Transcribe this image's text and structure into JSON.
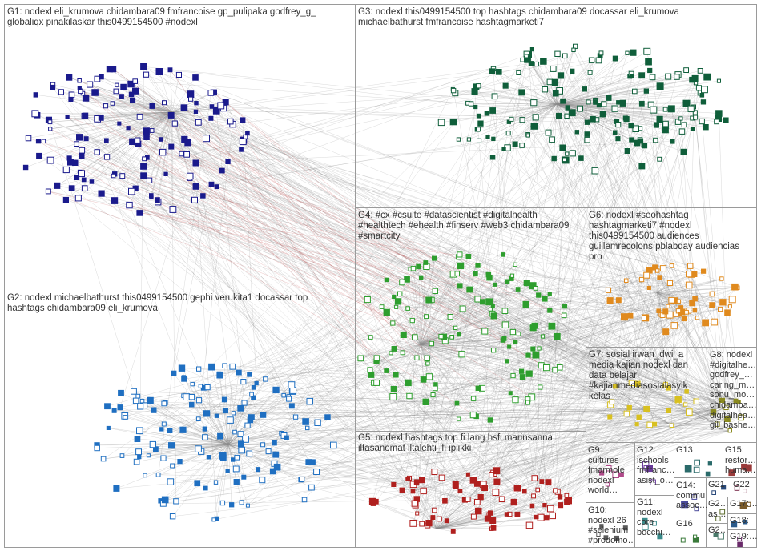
{
  "groups": [
    {
      "id": "g1",
      "label": "G1: nodexl eli_krumova chidambara09 fmfrancoise gp_pulipaka godfrey_g_\nglobaliqx pinakilaskar this0499154500 #nodexl",
      "color": "#1a1a8c"
    },
    {
      "id": "g2",
      "label": "G2: nodexl michaelbathurst this0499154500 gephi verukita1 docassar top\nhashtags chidambara09 eli_krumova",
      "color": "#1f6fc1"
    },
    {
      "id": "g3",
      "label": "G3: nodexl this0499154500 top hashtags chidambara09 docassar eli_krumova\nmichaelbathurst fmfrancoise hashtagmarketi7",
      "color": "#0f5e3a"
    },
    {
      "id": "g4",
      "label": "G4: #cx #csuite #datascientist #digitalhealth\n#healthtech #ehealth #finserv #web3 chidambara09\n#smartcity",
      "color": "#2e9e2e"
    },
    {
      "id": "g5",
      "label": "G5: nodexl hashtags top fi lang hsfi marinsanna\niltasanomat iltalehti_fi ipiikki",
      "color": "#b0201e"
    },
    {
      "id": "g6",
      "label": "G6: nodexl #seohashtag\nhashtagmarketi7 #nodexl\nthis0499154500 audiences\nguillemrecolons pblabday audiencias\npro",
      "color": "#e08a1e"
    },
    {
      "id": "g7",
      "label": "G7: sosial irwan_dwi_a\nmedia kajian nodexl dan\ndata belajar\n#kajianmediasosialasyik\nkelas",
      "color": "#d8c020"
    },
    {
      "id": "g8",
      "label": "G8: nodexl\n#digitalhe…\ngodfrey_…\ncaring_m…\nsonu_mo…\nchidamba…\ndigitalhea…\ngil_bashe…",
      "color": "#8a8a20"
    },
    {
      "id": "g9",
      "label": "G9:\ncultures\nfmarmole\nnodexl\nworld…",
      "color": "#b04a8a"
    },
    {
      "id": "g10",
      "label": "G10:\nnodexl 26\n#selenium\n#prodomo…",
      "color": "#5a5a5a"
    },
    {
      "id": "g11",
      "label": "G11:\nnodexl\ncore\nbocchi…",
      "color": "#3a8a8a"
    },
    {
      "id": "g12",
      "label": "G12:\nischools\nfmfranc…\nasist_o…",
      "color": "#6a3a9a"
    },
    {
      "id": "g13",
      "label": "G13",
      "color": "#2a6a6a"
    },
    {
      "id": "g14",
      "label": "G14:\ncommu\nassoc…",
      "color": "#4a4a9a"
    },
    {
      "id": "g15",
      "label": "G15:\nrestor…\nhuma…",
      "color": "#9a3a3a"
    },
    {
      "id": "g16",
      "label": "G16",
      "color": "#3a7a3a"
    },
    {
      "id": "g17",
      "label": "G17:…",
      "color": "#7a5a2a"
    },
    {
      "id": "g18",
      "label": "G18:",
      "color": "#2a5a8a"
    },
    {
      "id": "g19",
      "label": "G19:…",
      "color": "#6a2a6a"
    },
    {
      "id": "g20",
      "label": "G2…\nas…",
      "color": "#5a6a2a"
    },
    {
      "id": "g21",
      "label": "G21",
      "color": "#2a4a7a"
    },
    {
      "id": "g22",
      "label": "G22",
      "color": "#7a2a4a"
    },
    {
      "id": "g23",
      "label": "G2…",
      "color": "#4a7a6a"
    },
    {
      "id": "g24",
      "label": "G2…",
      "color": "#6a4a7a"
    }
  ]
}
